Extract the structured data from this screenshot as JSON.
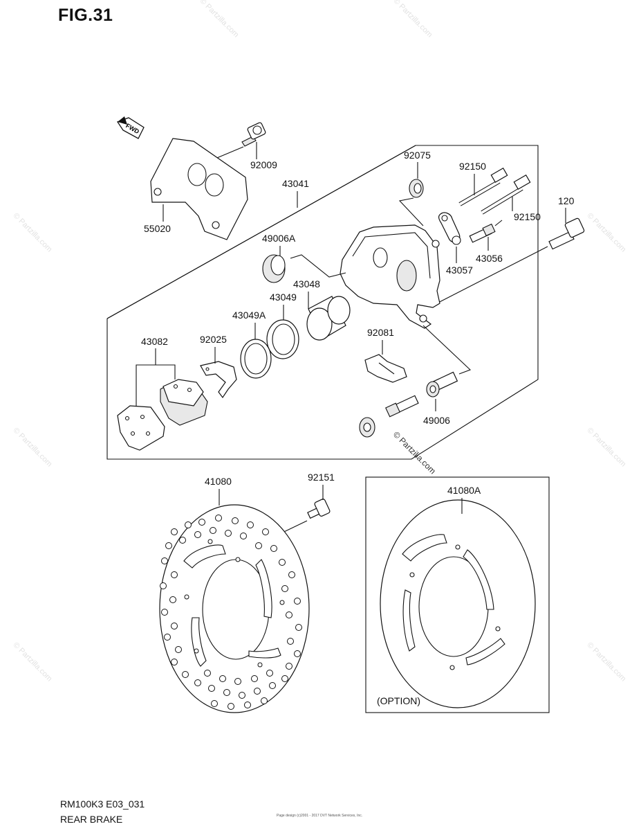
{
  "figure": {
    "title": "FIG.31",
    "code": "RM100K3 E03_031",
    "name": "REAR BRAKE"
  },
  "fwd_label": "FWD",
  "watermark": "© Partzilla.com",
  "copyright": "Page design (c)2001 - 2017 DVT Network Services, Inc.",
  "option_label": "(OPTION)",
  "parts": [
    {
      "id": "92009"
    },
    {
      "id": "55020"
    },
    {
      "id": "43041"
    },
    {
      "id": "92075"
    },
    {
      "id": "92150"
    },
    {
      "id": "92150b",
      "label": "92150"
    },
    {
      "id": "120"
    },
    {
      "id": "49006A"
    },
    {
      "id": "43057"
    },
    {
      "id": "43056"
    },
    {
      "id": "43048"
    },
    {
      "id": "43049"
    },
    {
      "id": "43049A"
    },
    {
      "id": "43082"
    },
    {
      "id": "92025"
    },
    {
      "id": "92081"
    },
    {
      "id": "49006"
    },
    {
      "id": "41080"
    },
    {
      "id": "92151"
    },
    {
      "id": "41080A"
    }
  ],
  "labels": {
    "l92009": "92009",
    "l55020": "55020",
    "l43041": "43041",
    "l92075": "92075",
    "l92150a": "92150",
    "l92150b": "92150",
    "l120": "120",
    "l49006A": "49006A",
    "l43057": "43057",
    "l43056": "43056",
    "l43048": "43048",
    "l43049": "43049",
    "l43049A": "43049A",
    "l43082": "43082",
    "l92025": "92025",
    "l92081": "92081",
    "l49006": "49006",
    "l41080": "41080",
    "l92151": "92151",
    "l41080A": "41080A"
  }
}
